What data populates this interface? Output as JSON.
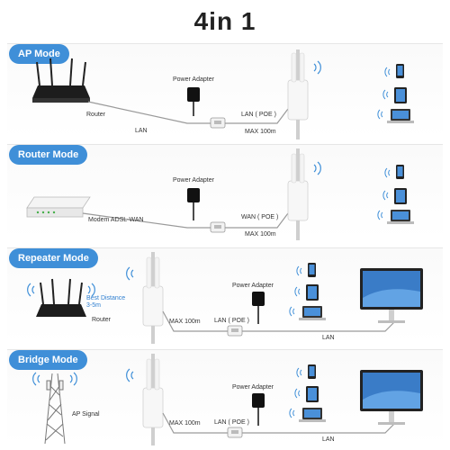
{
  "title": "4in 1",
  "colors": {
    "accent": "#3f8fd8",
    "wifi": "#3f8fd8",
    "line": "#9a9a9a"
  },
  "panels": [
    {
      "mode": "AP Mode",
      "labels": {
        "power_adapter": "Power Adapter",
        "device": "Router",
        "link": "LAN",
        "poe": "LAN ( POE )",
        "max": "MAX 100m"
      }
    },
    {
      "mode": "Router Mode",
      "labels": {
        "power_adapter": "Power Adapter",
        "device": "Modem ADSL-WAN",
        "poe": "WAN ( POE )",
        "max": "MAX 100m"
      }
    },
    {
      "mode": "Repeater Mode",
      "labels": {
        "distance": "Best Distance 3-5m",
        "device": "Router",
        "max": "MAX 100m",
        "power_adapter": "Power Adapter",
        "poe": "LAN ( POE )",
        "link": "LAN"
      }
    },
    {
      "mode": "Bridge Mode",
      "labels": {
        "device": "AP Signal",
        "max": "MAX 100m",
        "power_adapter": "Power Adapter",
        "poe": "LAN ( POE )",
        "link": "LAN"
      }
    }
  ],
  "icons": [
    "router-icon",
    "modem-icon",
    "power-adapter-icon",
    "poe-injector-icon",
    "antenna-ap-icon",
    "wifi-icon",
    "phone-icon",
    "tablet-icon",
    "laptop-icon",
    "desktop-monitor-icon",
    "signal-tower-icon"
  ]
}
